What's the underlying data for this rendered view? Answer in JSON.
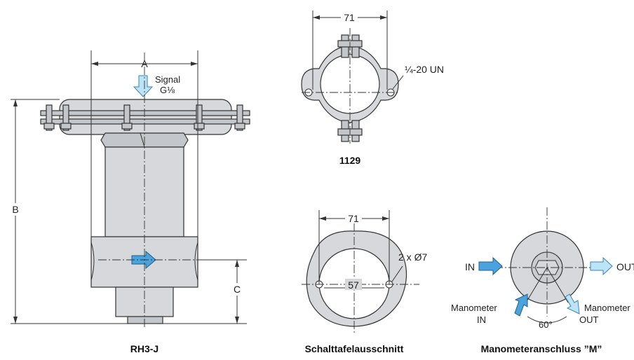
{
  "views": {
    "main": {
      "caption": "RH3-J",
      "dim_a": "A",
      "dim_b": "B",
      "dim_c": "C",
      "signal": "Signal",
      "signal_size": "G⅛"
    },
    "bracket": {
      "caption": "1129",
      "dim_width": "71",
      "thread": "¼-20 UN"
    },
    "panel_cutout": {
      "caption": "Schalttafelausschnitt",
      "dim_width": "71",
      "dim_center": "57",
      "holes": "2 x Ø7"
    },
    "gauge_port": {
      "caption": "Manometeranschluss ”M”",
      "in_label": "IN",
      "out_label": "OUT",
      "gauge_in_1": "Manometer",
      "gauge_in_2": "IN",
      "gauge_out_1": "Manometer",
      "gauge_out_2": "OUT",
      "angle": "60°"
    }
  },
  "colors": {
    "body_gray": "#d6d8db",
    "arrow_blue": "#4aa3dc",
    "arrow_light": "#bde3f7"
  }
}
